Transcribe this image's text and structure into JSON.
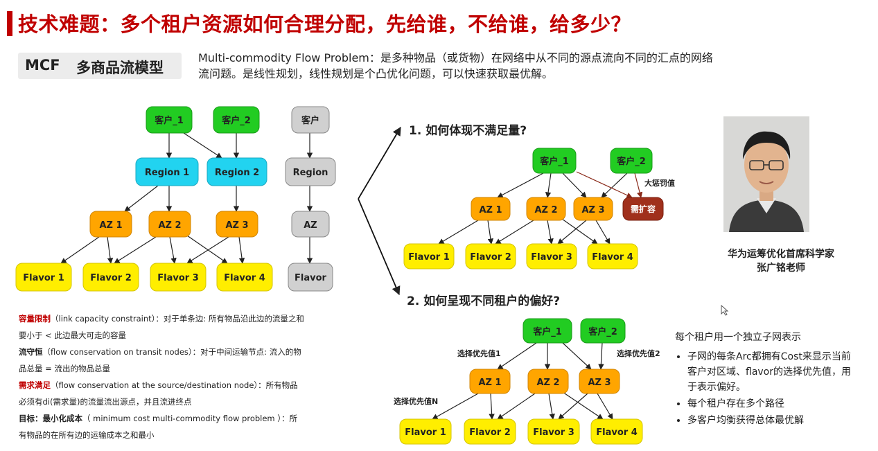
{
  "title": "技术难题：多个租户资源如何合理分配，先给谁，不给谁，给多少？",
  "mcf_tag": {
    "abbr": "MCF",
    "name": "多商品流模型"
  },
  "intro_line1": "Multi-commodity Flow Problem：是多种物品（或货物）在网络中从不同的源点流向不同的汇点的网络",
  "intro_line2": "流问题。是线性规划，线性规划是个凸优化问题，可以快速获取最优解。",
  "left_diagram": {
    "customer1": "客户_1",
    "customer2": "客户_2",
    "region1": "Region 1",
    "region2": "Region 2",
    "az1": "AZ 1",
    "az2": "AZ 2",
    "az3": "AZ 3",
    "flavor1": "Flavor 1",
    "flavor2": "Flavor 2",
    "flavor3": "Flavor 3",
    "flavor4": "Flavor 4"
  },
  "legend_chain": {
    "customer": "客户",
    "region": "Region",
    "az": "AZ",
    "flavor": "Flavor"
  },
  "question1": "1.  如何体现不满足量?",
  "question2": "2.  如何呈现不同租户的偏好?",
  "diagram1": {
    "customer1": "客户_1",
    "customer2": "客户_2",
    "az1": "AZ 1",
    "az2": "AZ 2",
    "az3": "AZ 3",
    "expand": "需扩容",
    "penalty_label": "大惩罚值",
    "flavor1": "Flavor 1",
    "flavor2": "Flavor 2",
    "flavor3": "Flavor 3",
    "flavor4": "Flavor 4"
  },
  "diagram2": {
    "customer1": "客户_1",
    "customer2": "客户_2",
    "az1": "AZ 1",
    "az2": "AZ 2",
    "az3": "AZ 3",
    "pref1": "选择优先值1",
    "pref2": "选择优先值2",
    "prefN": "选择优先值N",
    "flavor1": "Flavor 1",
    "flavor2": "Flavor 2",
    "flavor3": "Flavor 3",
    "flavor4": "Flavor 4"
  },
  "constraints": [
    {
      "name": "容量限制",
      "desc": "（link capacity constraint）：对于单条边: 所有物品沿此边的流量之和",
      "desc2": "要小于 < 此边最大可走的容量",
      "color": "#c00000"
    },
    {
      "name": "流守恒",
      "desc": "（flow conservation on transit nodes）：对于中间运输节点: 流入的物",
      "desc2": "品总量 = 流出的物品总量",
      "color": "#222222"
    },
    {
      "name": "需求满足",
      "desc": "（flow conservation at the source/destination node）：所有物品",
      "desc2": "必须有di(需求量)的流量流出源点，并且流进终点",
      "color": "#c00000"
    },
    {
      "name": "目标：最小化成本",
      "desc": "（ minimum cost multi-commodity flow problem ）：所",
      "desc2": "有物品的在所有边的运输成本之和最小",
      "color": "#222222"
    }
  ],
  "presenter": {
    "title": "华为运筹优化首席科学家",
    "name": "张广铭老师"
  },
  "notes": {
    "heading": "每个租户用一个独立子网表示",
    "bullets": [
      "子网的每条Arc都拥有Cost来显示当前客户对区域、flavor的选择优先值，用于表示偏好。",
      "每个租户存在多个路径",
      "多客户均衡获得总体最优解"
    ]
  },
  "colors": {
    "customer": "#22cc22",
    "region": "#22d3f0",
    "az": "#ffa500",
    "flavor": "#ffee00",
    "legend_gray": "#d0d0d0",
    "expand": "#a0301c",
    "title": "#c00000"
  }
}
